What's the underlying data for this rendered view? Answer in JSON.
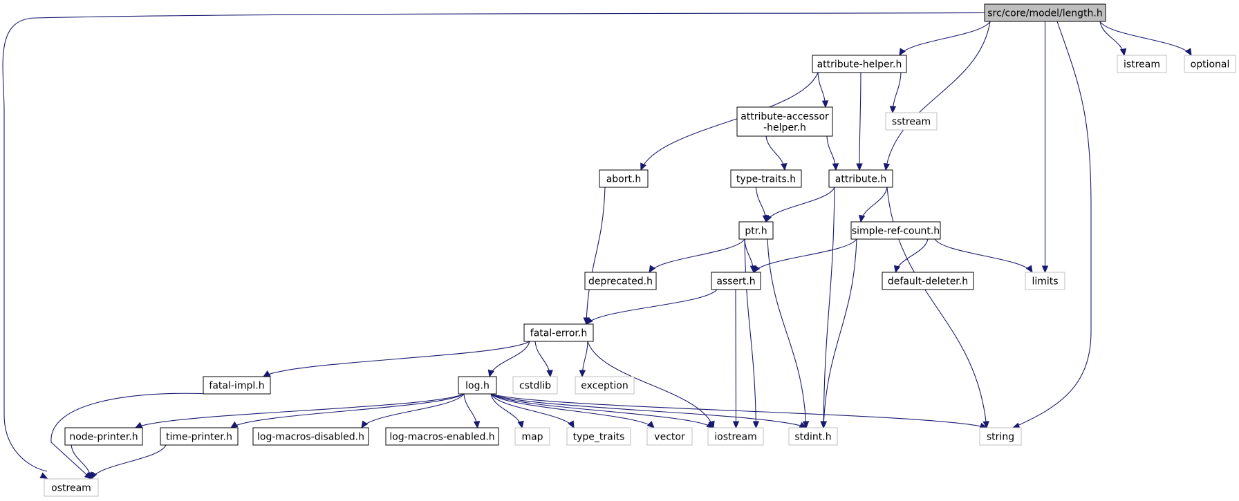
{
  "graph": {
    "nodes": [
      {
        "id": "length",
        "lines": [
          "src/core/model/length.h"
        ],
        "kind": "root"
      },
      {
        "id": "ostream",
        "lines": [
          "ostream"
        ],
        "kind": "system"
      },
      {
        "id": "attribute_helper",
        "lines": [
          "attribute-helper.h"
        ],
        "kind": "file"
      },
      {
        "id": "istream",
        "lines": [
          "istream"
        ],
        "kind": "system"
      },
      {
        "id": "optional",
        "lines": [
          "optional"
        ],
        "kind": "system"
      },
      {
        "id": "attribute_accessor",
        "lines": [
          "attribute-accessor",
          "-helper.h"
        ],
        "kind": "file"
      },
      {
        "id": "sstream",
        "lines": [
          "sstream"
        ],
        "kind": "system"
      },
      {
        "id": "abort",
        "lines": [
          "abort.h"
        ],
        "kind": "file"
      },
      {
        "id": "type_traits_h",
        "lines": [
          "type-traits.h"
        ],
        "kind": "file"
      },
      {
        "id": "attribute",
        "lines": [
          "attribute.h"
        ],
        "kind": "file"
      },
      {
        "id": "ptr",
        "lines": [
          "ptr.h"
        ],
        "kind": "file"
      },
      {
        "id": "simple_ref_count",
        "lines": [
          "simple-ref-count.h"
        ],
        "kind": "file"
      },
      {
        "id": "deprecated",
        "lines": [
          "deprecated.h"
        ],
        "kind": "file"
      },
      {
        "id": "assert",
        "lines": [
          "assert.h"
        ],
        "kind": "file"
      },
      {
        "id": "default_deleter",
        "lines": [
          "default-deleter.h"
        ],
        "kind": "file"
      },
      {
        "id": "limits",
        "lines": [
          "limits"
        ],
        "kind": "system"
      },
      {
        "id": "fatal_error",
        "lines": [
          "fatal-error.h"
        ],
        "kind": "file"
      },
      {
        "id": "fatal_impl",
        "lines": [
          "fatal-impl.h"
        ],
        "kind": "file"
      },
      {
        "id": "log",
        "lines": [
          "log.h"
        ],
        "kind": "file"
      },
      {
        "id": "cstdlib",
        "lines": [
          "cstdlib"
        ],
        "kind": "system"
      },
      {
        "id": "exception",
        "lines": [
          "exception"
        ],
        "kind": "system"
      },
      {
        "id": "node_printer",
        "lines": [
          "node-printer.h"
        ],
        "kind": "file"
      },
      {
        "id": "time_printer",
        "lines": [
          "time-printer.h"
        ],
        "kind": "file"
      },
      {
        "id": "log_macros_disabled",
        "lines": [
          "log-macros-disabled.h"
        ],
        "kind": "file"
      },
      {
        "id": "log_macros_enabled",
        "lines": [
          "log-macros-enabled.h"
        ],
        "kind": "file"
      },
      {
        "id": "map",
        "lines": [
          "map"
        ],
        "kind": "system"
      },
      {
        "id": "type_traits",
        "lines": [
          "type_traits"
        ],
        "kind": "system"
      },
      {
        "id": "vector",
        "lines": [
          "vector"
        ],
        "kind": "system"
      },
      {
        "id": "iostream",
        "lines": [
          "iostream"
        ],
        "kind": "system"
      },
      {
        "id": "stdint",
        "lines": [
          "stdint.h"
        ],
        "kind": "system"
      },
      {
        "id": "string",
        "lines": [
          "string"
        ],
        "kind": "system"
      }
    ],
    "edges": [
      [
        "length",
        "ostream"
      ],
      [
        "length",
        "attribute_helper"
      ],
      [
        "length",
        "istream"
      ],
      [
        "length",
        "optional"
      ],
      [
        "length",
        "attribute"
      ],
      [
        "length",
        "limits"
      ],
      [
        "length",
        "string"
      ],
      [
        "attribute_helper",
        "abort"
      ],
      [
        "attribute_helper",
        "attribute_accessor"
      ],
      [
        "attribute_helper",
        "attribute"
      ],
      [
        "attribute_helper",
        "sstream"
      ],
      [
        "attribute_accessor",
        "type_traits_h"
      ],
      [
        "attribute_accessor",
        "attribute"
      ],
      [
        "abort",
        "fatal_error"
      ],
      [
        "type_traits_h",
        "ptr"
      ],
      [
        "attribute",
        "ptr"
      ],
      [
        "attribute",
        "simple_ref_count"
      ],
      [
        "attribute",
        "stdint"
      ],
      [
        "attribute",
        "string"
      ],
      [
        "ptr",
        "deprecated"
      ],
      [
        "ptr",
        "assert"
      ],
      [
        "ptr",
        "iostream"
      ],
      [
        "ptr",
        "stdint"
      ],
      [
        "simple_ref_count",
        "assert"
      ],
      [
        "simple_ref_count",
        "default_deleter"
      ],
      [
        "simple_ref_count",
        "limits"
      ],
      [
        "simple_ref_count",
        "stdint"
      ],
      [
        "assert",
        "fatal_error"
      ],
      [
        "assert",
        "iostream"
      ],
      [
        "fatal_error",
        "fatal_impl"
      ],
      [
        "fatal_error",
        "log"
      ],
      [
        "fatal_error",
        "cstdlib"
      ],
      [
        "fatal_error",
        "exception"
      ],
      [
        "fatal_error",
        "iostream"
      ],
      [
        "fatal_impl",
        "ostream"
      ],
      [
        "log",
        "node_printer"
      ],
      [
        "log",
        "time_printer"
      ],
      [
        "log",
        "log_macros_disabled"
      ],
      [
        "log",
        "log_macros_enabled"
      ],
      [
        "log",
        "map"
      ],
      [
        "log",
        "type_traits"
      ],
      [
        "log",
        "vector"
      ],
      [
        "log",
        "iostream"
      ],
      [
        "log",
        "stdint"
      ],
      [
        "log",
        "string"
      ],
      [
        "node_printer",
        "ostream"
      ],
      [
        "time_printer",
        "ostream"
      ]
    ]
  },
  "colors": {
    "edge": "#191970",
    "root_fill": "#bfbfbf",
    "root_border": "#000000",
    "file_border": "#000000",
    "system_border": "#bfbfbf"
  }
}
